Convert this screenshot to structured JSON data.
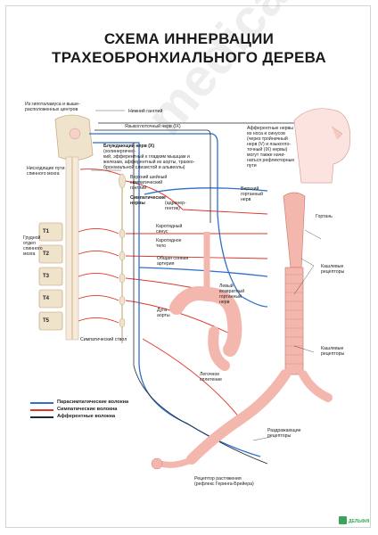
{
  "title": {
    "line1": "СХЕМА ИННЕРВАЦИИ",
    "line2": "ТРАХЕОБРОНХИАЛЬНОГО ДЕРЕВА"
  },
  "labels": {
    "hypothalamus": "Из гипоталамуса и выше-\nрасположенных центров",
    "descending": "Нисходящие пути\nспинного мозга",
    "thoracic": "Грудной\nотдел\nспинного\nмозга",
    "sympathetic_trunk": "Симпатический ствол",
    "nodose_ganglion": "Нижний ганглий",
    "glossopharyngeal": "Языкоглоточный нерв (IX)",
    "vagus_title": "Блуждающий нерв (X)",
    "vagus_text": "(холинергичес-\nкий, эфферентный к гладким мышцам и\nжелезам, афферентный из аорты, трахео-\nбронхиальной слизистой и альвеолы)",
    "superior_cervical": "Верхний шейный\nсимпатический\nганглий",
    "sympathetic_nerves_title": "Симпатические\nнервы",
    "sympathetic_nerves_text": "(адренер-\nгентик)",
    "carotid_sinus": "Каротидный\nсинус",
    "carotid_body": "Каротидное\nтело",
    "common_carotid": "Общая сонная\nартерия",
    "aortic_arch": "Дуга\nаорты",
    "afferent_nose": "Афферентные нервы\nиз носа и синусов\n(через тройничный\nнерв (V) и языкогло-\nточный (IX) нервы)\nмогут также начи-\nнаться рефлекторные\nпути",
    "superior_laryngeal": "Верхний\nгортанный\nнерв",
    "larynx": "Гортань",
    "cough_receptors_1": "Кашлевые\nрецепторы",
    "recurrent_laryngeal": "Левый\nвозвратный\nгортанный\nнерв",
    "cough_receptors_2": "Кашлевые\nрецепторы",
    "pulmonary_plexus": "Легочное\nсплетение",
    "irritant_receptors": "Раздражающие\nрецепторы",
    "stretch_receptor": "Рецептор растяжения\n(рефлекс Геринга-Брейера)"
  },
  "vertebrae": [
    "T1",
    "T2",
    "T3",
    "T4",
    "T5"
  ],
  "legend": [
    {
      "label": "Парасимпатические волокна",
      "color": "#2f6fc9"
    },
    {
      "label": "Симпатические волокна",
      "color": "#e0342b"
    },
    {
      "label": "Афферентные волокна",
      "color": "#1d2a3a"
    }
  ],
  "colors": {
    "parasympathetic": "#2f6fc9",
    "sympathetic": "#e0342b",
    "afferent": "#1d2a3a",
    "tissue": "#f3b7ae",
    "bone": "#efe3cc"
  },
  "logo": "ДЕЛЬФИНА"
}
